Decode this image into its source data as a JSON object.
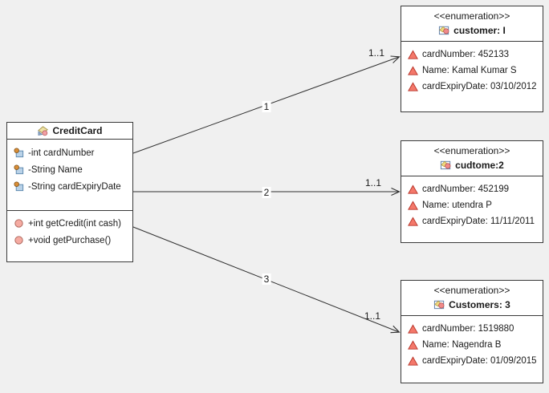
{
  "diagram": {
    "type": "uml-class-diagram",
    "colors": {
      "canvas_bg": "#f0f0f0",
      "box_bg": "#ffffff",
      "border": "#3a3a3a",
      "line": "#303030",
      "literal_icon_fill": "#f4786a",
      "operation_icon_fill": "#f5aba2",
      "attribute_icon_fill": "#b9d2e8"
    }
  },
  "class_box": {
    "title": "CreditCard",
    "title_icon": "class-icon",
    "attribute_icon": "attribute-icon",
    "operation_icon": "operation-icon",
    "attributes": [
      {
        "label": "-int cardNumber"
      },
      {
        "label": "-String Name"
      },
      {
        "label": "-String cardExpiryDate"
      }
    ],
    "methods": [
      {
        "label": "+int getCredit(int cash)"
      },
      {
        "label": "+void getPurchase()"
      }
    ]
  },
  "enums": [
    {
      "stereotype": "<<enumeration>>",
      "title": "customer: I",
      "title_icon": "enumeration-icon",
      "item_icon": "triangle-literal-icon",
      "items": [
        "cardNumber: 452133",
        "Name: Kamal Kumar S",
        "cardExpiryDate: 03/10/2012"
      ]
    },
    {
      "stereotype": "<<enumeration>>",
      "title": "cudtome:2",
      "title_icon": "enumeration-icon",
      "item_icon": "triangle-literal-icon",
      "items": [
        "cardNumber: 452199",
        "Name: utendra P",
        "cardExpiryDate: 11/11/2011"
      ]
    },
    {
      "stereotype": "<<enumeration>>",
      "title": "Customers: 3",
      "title_icon": "enumeration-icon",
      "item_icon": "triangle-literal-icon",
      "items": [
        "cardNumber: 1519880",
        "Name: Nagendra B",
        "cardExpiryDate: 01/09/2015"
      ]
    }
  ],
  "associations": [
    {
      "from": "CreditCard",
      "to": "customer: I",
      "source_label": "1",
      "target_label": "1..1"
    },
    {
      "from": "CreditCard",
      "to": "cudtome:2",
      "source_label": "2",
      "target_label": "1..1"
    },
    {
      "from": "CreditCard",
      "to": "Customers: 3",
      "source_label": "3",
      "target_label": "1..1"
    }
  ]
}
